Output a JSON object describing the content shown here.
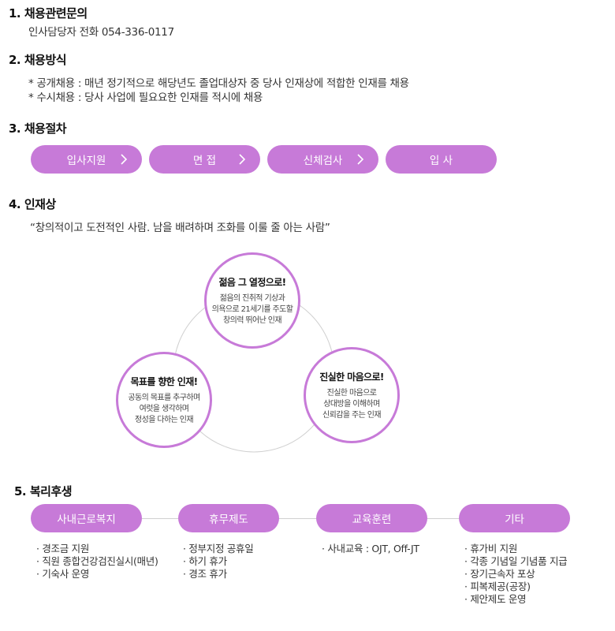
{
  "section1": {
    "title": "1. 채용관련문의",
    "contact": "인사담당자 전화 054-336-0117"
  },
  "section2": {
    "title": "2. 채용방식",
    "items": [
      "* 공개채용 : 매년 정기적으로 해당년도 졸업대상자 중 당사 인재상에 적합한 인재를 채용",
      "* 수시채용 : 당사 사업에 필요요한 인재를 적시에 채용"
    ]
  },
  "section3": {
    "title": "3. 채용절차",
    "steps": [
      "입사지원",
      "면 접",
      "신체검사",
      "입 사"
    ]
  },
  "section4": {
    "title": "4. 인재상",
    "quote": "“창의적이고 도전적인 사람. 남을 배려하며 조화를 이룰 줄 아는 사람”",
    "circles": [
      {
        "title": "젊음 그 열정으로!",
        "lines": [
          "젊음의 진취적 기상과",
          "의욕으로 21세기를 주도할",
          "창의력 뛰어난 인재"
        ]
      },
      {
        "title": "목표를 향한 인재!",
        "lines": [
          "공동의 목표를 추구하며",
          "여럿을 생각하며",
          "정성을 다하는 인재"
        ]
      },
      {
        "title": "진실한 마음으로!",
        "lines": [
          "진실한 마음으로",
          "상대방을 이해하며",
          "신뢰감을 주는 인재"
        ]
      }
    ]
  },
  "section5": {
    "title": "5. 복리후생",
    "categories": [
      {
        "label": "사내근로복지",
        "items": [
          "· 경조금 지원",
          "· 직원 종합건강검진실시(매년)",
          "· 기숙사 운영"
        ]
      },
      {
        "label": "휴무제도",
        "items": [
          "· 정부지정 공휴일",
          "· 하기 휴가",
          "· 경조 휴가"
        ]
      },
      {
        "label": "교육훈련",
        "items": [
          "· 사내교육 : OJT, Off-JT"
        ]
      },
      {
        "label": "기타",
        "items": [
          "· 휴가비 지원",
          "· 각종 기념일 기념품 지급",
          "· 장기근속자 포상",
          "· 피복제공(공장)",
          "· 제안제도 운영"
        ]
      }
    ]
  },
  "colors": {
    "accent": "#c77ad8",
    "connector": "#d0d0d0"
  }
}
